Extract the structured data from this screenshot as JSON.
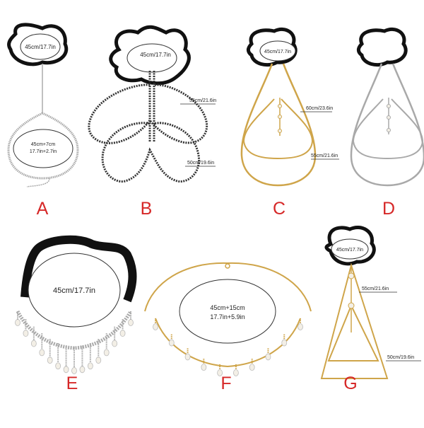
{
  "colors": {
    "label_red": "#d62828",
    "band_black": "#111111",
    "gold": "#cfa54a",
    "silver": "#a9a9a9",
    "gunmetal": "#333333",
    "pearl": "#f3efe6"
  },
  "products": [
    {
      "letter": "A",
      "finish": "silver",
      "labels": [
        "45cm/17.7in",
        "45cm+7cm",
        "17.7in+2.7in"
      ]
    },
    {
      "letter": "B",
      "finish": "gunmetal",
      "labels": [
        "45cm/17.7in",
        "55cm/21.6in",
        "50cm/19.6in"
      ]
    },
    {
      "letter": "C",
      "finish": "gold",
      "labels": [
        "45cm/17.7in",
        "60cm/23.6in",
        "55cm/21.6in"
      ]
    },
    {
      "letter": "D",
      "finish": "silver",
      "labels": []
    },
    {
      "letter": "E",
      "finish": "silver",
      "labels": [
        "45cm/17.7in"
      ]
    },
    {
      "letter": "F",
      "finish": "gold",
      "labels": [
        "45cm+15cm",
        "17.7in+5.9in"
      ]
    },
    {
      "letter": "G",
      "finish": "gold",
      "labels": [
        "45cm/17.7in",
        "55cm/21.6in",
        "50cm/19.6in"
      ]
    }
  ]
}
